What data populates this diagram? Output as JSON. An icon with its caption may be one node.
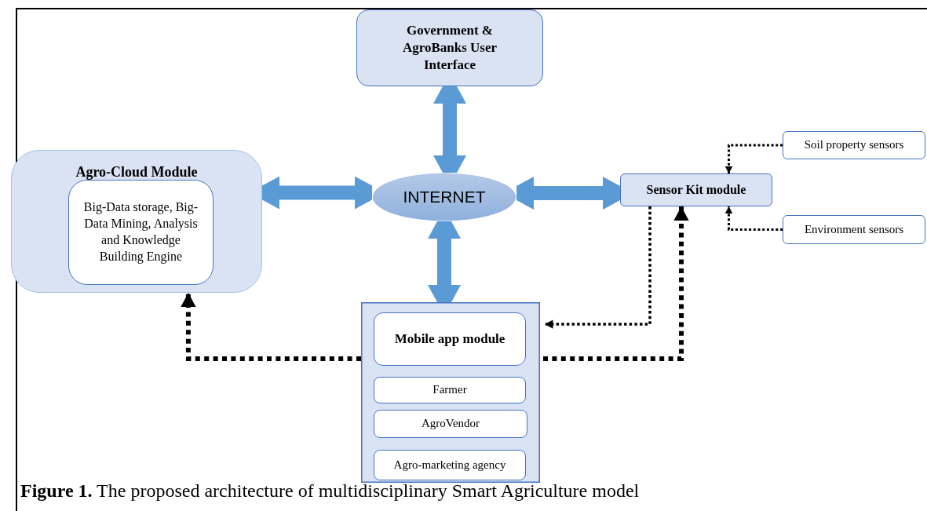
{
  "diagram": {
    "caption": "**Figure 1.** The proposed architecture of multidisciplinary Smart Agriculture model",
    "nodes": [
      {
        "text": [
          "Government & AgroBanks User Interface"
        ]
      },
      {
        "text": [
          "Agro-Cloud Module"
        ]
      },
      {
        "text": [
          "Big-Data storage, Big-Data Mining, Analysis and Knowledge Building Engine"
        ],
        "in": 1
      },
      {
        "text": [
          "INTERNET"
        ]
      },
      {
        "text": [
          "Sensor Kit module"
        ]
      },
      {
        "text": [
          "Soil property sensors"
        ]
      },
      {
        "text": [
          "Environment sensors"
        ]
      },
      {
        "text": [],
        "shape": "box"
      },
      {
        "text": [
          "Mobile app module"
        ],
        "in": 7
      },
      {
        "text": [
          "Farmer"
        ],
        "in": 7
      },
      {
        "text": [
          "AgroVendor"
        ],
        "in": 7
      },
      {
        "text": [
          "Agro-marketing agency"
        ],
        "in": 7
      }
    ],
    "edges": [
      {
        "from": 0,
        "to": 3,
        "arrow": "both",
        "style": "thick",
        "color": "#5b9bd5"
      },
      {
        "from": 1,
        "to": 3,
        "arrow": "both",
        "style": "thick",
        "color": "#5b9bd5"
      },
      {
        "from": 3,
        "to": 4,
        "arrow": "both",
        "style": "thick",
        "color": "#5b9bd5"
      },
      {
        "from": 3,
        "to": 7,
        "arrow": "both",
        "style": "thick",
        "color": "#5b9bd5"
      },
      {
        "from": 5,
        "to": 4,
        "arrow": "to",
        "style": "dashed"
      },
      {
        "from": 6,
        "to": 4,
        "arrow": "to",
        "style": "dashed"
      },
      {
        "from": 4,
        "to": 7,
        "arrow": "to",
        "style": "dashed"
      },
      {
        "from": 7,
        "to": 4,
        "arrow": "to",
        "style": "dashed"
      },
      {
        "from": 7,
        "to": 1,
        "arrow": "to",
        "style": "dashed"
      }
    ]
  }
}
